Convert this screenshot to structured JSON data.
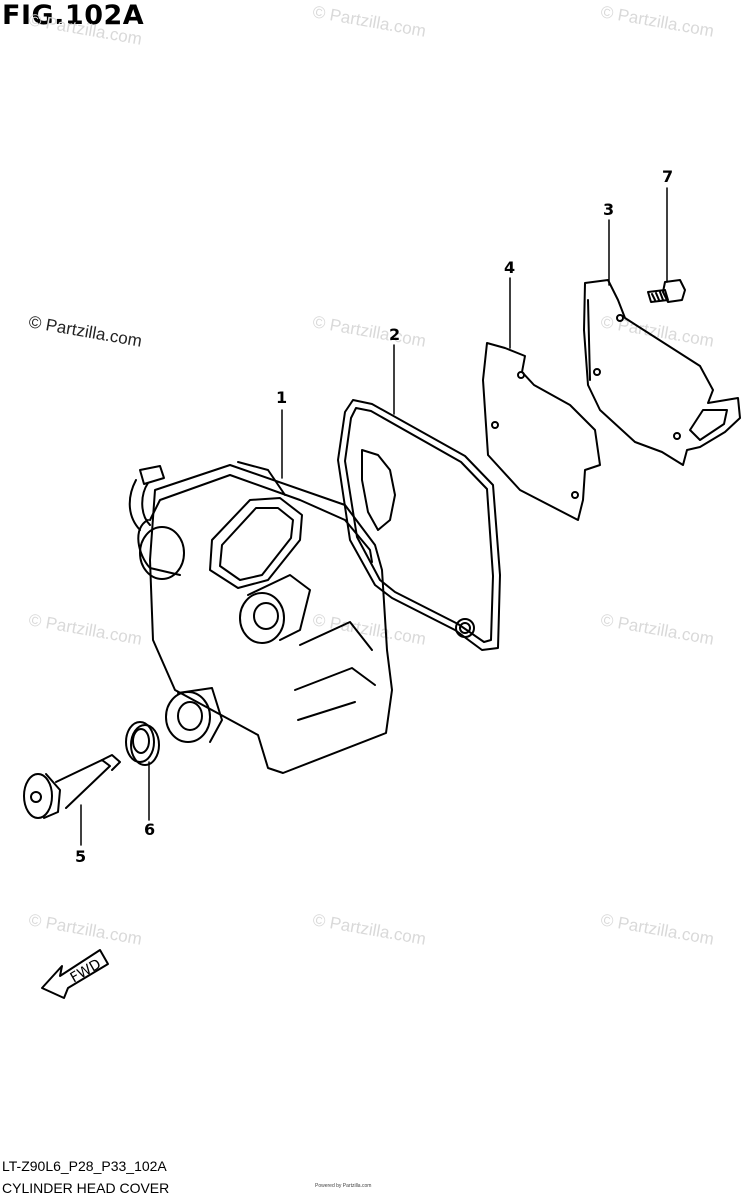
{
  "figure": {
    "title": "FIG.102A",
    "code": "LT-Z90L6_P28_P33_102A",
    "name": "CYLINDER HEAD COVER",
    "tiny_print": "Powered by Partzilla.com"
  },
  "watermark": {
    "text": "© Partzilla.com"
  },
  "callouts": [
    "1",
    "2",
    "3",
    "4",
    "5",
    "6",
    "7"
  ],
  "direction_label": "FWD",
  "icons": {
    "direction_arrow": "fwd-arrow-icon"
  }
}
